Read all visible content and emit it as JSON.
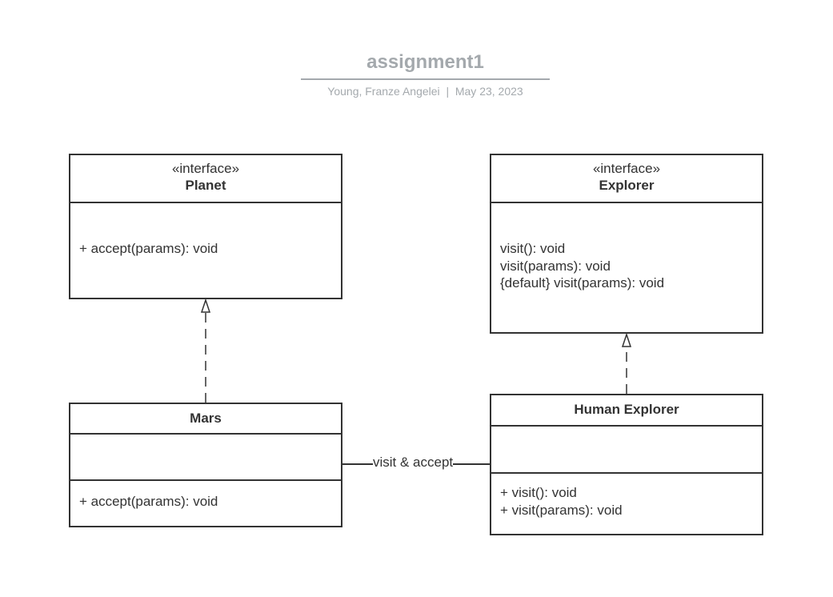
{
  "diagram": {
    "title": "assignment1",
    "author": "Young, Franze Angelei",
    "date": "May 23, 2023",
    "subtitle_separator": "|"
  },
  "classes": {
    "planet": {
      "stereotype": "«interface»",
      "name": "Planet",
      "methods": [
        "+ accept(params): void"
      ]
    },
    "explorer": {
      "stereotype": "«interface»",
      "name": "Explorer",
      "methods": [
        "visit(): void",
        "visit(params): void",
        "{default} visit(params): void"
      ]
    },
    "mars": {
      "name": "Mars",
      "methods": [
        "+ accept(params): void"
      ]
    },
    "human_explorer": {
      "name": "Human Explorer",
      "methods": [
        "+ visit(): void",
        "+ visit(params): void"
      ]
    }
  },
  "relationships": {
    "association_label": "visit & accept"
  },
  "colors": {
    "line": "#333333",
    "title": "#a4a9ad"
  }
}
